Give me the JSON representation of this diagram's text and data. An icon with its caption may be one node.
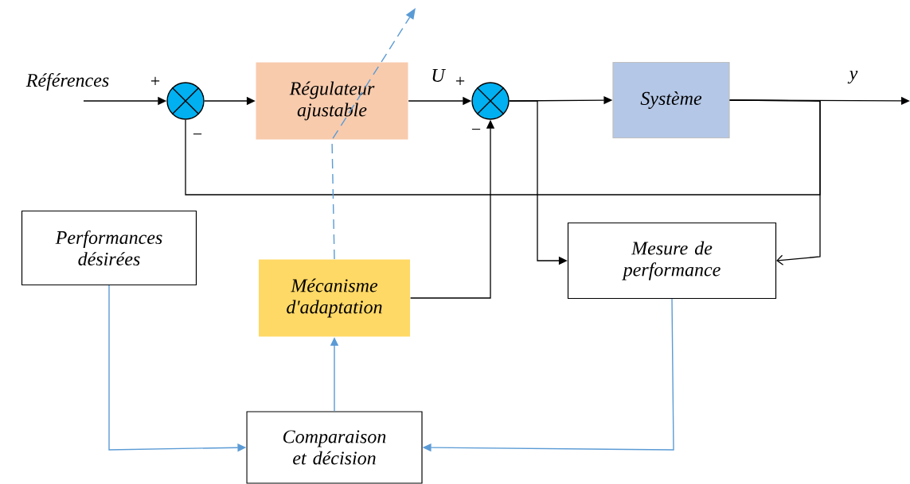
{
  "diagram": {
    "nodes": [
      {
        "text": [],
        "shape": "circle"
      },
      {
        "text": [
          "Régulateur ajustable"
        ]
      },
      {
        "text": [],
        "shape": "circle"
      },
      {
        "text": [
          "Système"
        ]
      },
      {
        "text": [
          "Performances désirées"
        ]
      },
      {
        "text": [
          "Mécanisme d'adaptation"
        ]
      },
      {
        "text": [
          "Mesure de performance"
        ]
      },
      {
        "text": [
          "Comparaison et décision"
        ]
      }
    ],
    "edges": [
      {
        "from": null,
        "to": 0,
        "arrow": "to",
        "label": "Références"
      },
      {
        "from": 0,
        "to": 1,
        "arrow": "to"
      },
      {
        "from": 1,
        "to": 2,
        "arrow": "to",
        "label": "U"
      },
      {
        "from": 2,
        "to": 3,
        "arrow": "to"
      },
      {
        "from": 3,
        "to": null,
        "arrow": "to",
        "label": "y"
      },
      {
        "from": 3,
        "to": 0,
        "arrow": "none"
      },
      {
        "from": 5,
        "to": 2,
        "arrow": "to"
      },
      {
        "from": 2,
        "to": 6,
        "arrow": "to"
      },
      {
        "from": 3,
        "to": 6,
        "arrow": "to"
      },
      {
        "from": 4,
        "to": 7,
        "arrow": "to",
        "color": "#5b9bd5"
      },
      {
        "from": 6,
        "to": 7,
        "arrow": "to",
        "color": "#5b9bd5"
      },
      {
        "from": 7,
        "to": 5,
        "arrow": "to",
        "color": "#5b9bd5"
      },
      {
        "from": 5,
        "to": null,
        "arrow": "to",
        "style": "dashed",
        "color": "#5b9bd5"
      }
    ],
    "labels": [
      "+",
      "−",
      "+",
      "−"
    ]
  }
}
